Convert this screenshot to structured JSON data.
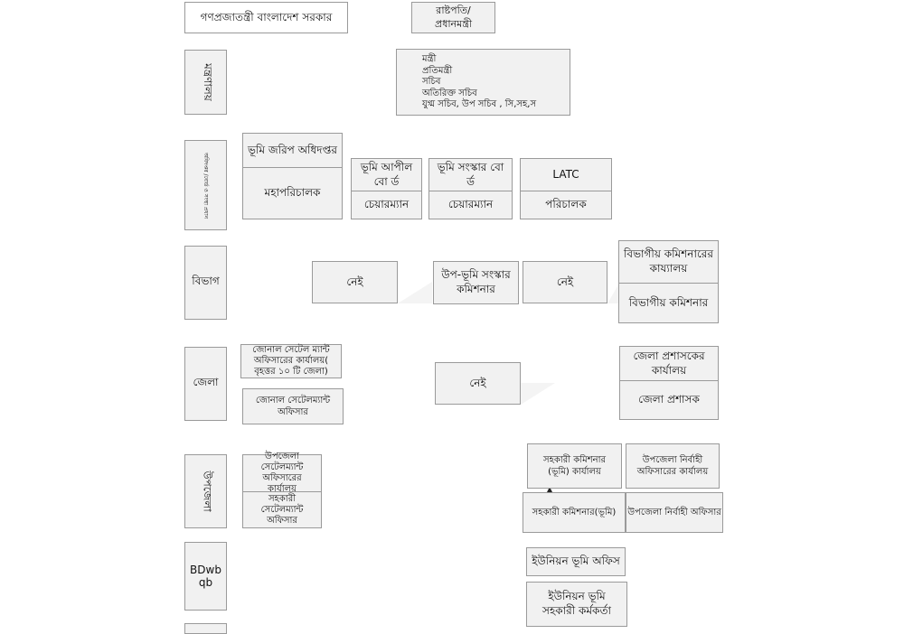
{
  "top": {
    "govt": "গণপ্রজাতন্ত্রী বাংলাদেশ সরকার",
    "head": "রাষ্টপতি/ প্রধানমন্ত্রী"
  },
  "levels": {
    "ministry": "মন্ত্রণালয়",
    "dept": "অধিদপ্তর /বোর্ড ও সংস্থা প্রধান",
    "division": "বিভাগ",
    "district": "জেলা",
    "upazila": "উপজেলা",
    "union": "BDwb qb"
  },
  "ministry_posts": [
    "মন্ত্রী",
    "প্রতিমন্ত্রী",
    "সচিব",
    "অতিরিক্ত সচিব",
    "যুগ্ম সচিব, উপ সচিব , সি,সহ,স"
  ],
  "dept": {
    "survey": {
      "office": "ভূমি জরিপ অধিদপ্তর",
      "head": "মহাপরিচালক"
    },
    "appeal": {
      "office": "ভূমি আপীল বো র্ড",
      "head": "চেয়ারম্যান"
    },
    "reform": {
      "office": "ভূমি সংস্কার বো র্ড",
      "head": "চেয়ারম্যান"
    },
    "latc": {
      "office": "LATC",
      "head": "পরিচালক"
    }
  },
  "division": {
    "none1": "নেই",
    "deputy": "উপ-ভূমি সংস্কার কমিশনার",
    "none2": "নেই",
    "comm_office": "বিভাগীয় কমিশনারের কায্যালয়",
    "comm": "বিভাগীয় কমিশনার"
  },
  "district": {
    "zonal_office": "জোনাল সেটেল ম্যান্ট অফিসারের কার্যালয়( বৃহত্তর ১০ টি জেলা)",
    "zonal_officer": "জোনাল সেটেলম্যান্ট অফিসার",
    "none": "নেই",
    "dc_office": "জেলা প্রশাসকের কার্যালয়",
    "dc": "জেলা প্রশাসক"
  },
  "upazila": {
    "settle_office": "উপজেলা সেটেলম্যান্ট অফিসারের কার্যালয়",
    "settle_officer": "সহকারী সেটেলম্যান্ট অফিসার",
    "ac_land_office": "সহকারী কমিশনার (ভূমি) কার্যালয়",
    "ac_land": "সহকারী কমিশনার(ভূমি)",
    "uno_office": "উপজেলা নির্বাহী অফিসারের কার্যালয়",
    "uno": "উপজেলা নির্বাহী অফিসার"
  },
  "union": {
    "office": "ইউনিয়ন ভূমি অফিস",
    "officer": "ইউনিয়ন ভূমি সহকারী কর্মকর্তা"
  }
}
